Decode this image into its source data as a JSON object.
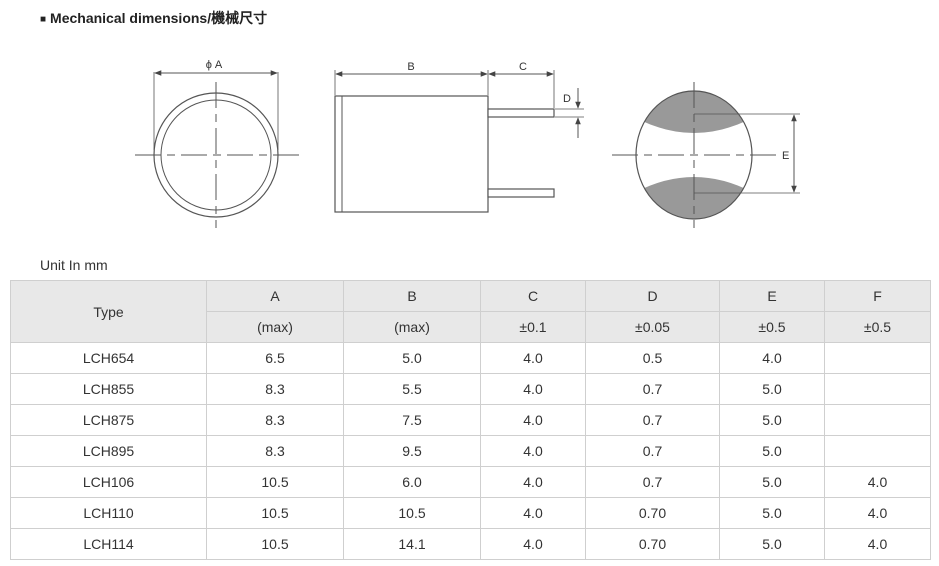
{
  "heading": {
    "bullet": "■",
    "text": "Mechanical dimensions/機械尺寸"
  },
  "diagram_labels": {
    "a": "ϕ A",
    "b": "B",
    "c": "C",
    "d": "D",
    "e": "E"
  },
  "unit_label": "Unit In mm",
  "table": {
    "type_header": "Type",
    "columns": [
      {
        "letter": "A",
        "note": "(max)"
      },
      {
        "letter": "B",
        "note": "(max)"
      },
      {
        "letter": "C",
        "note": "±0.1"
      },
      {
        "letter": "D",
        "note": "±0.05"
      },
      {
        "letter": "E",
        "note": "±0.5"
      },
      {
        "letter": "F",
        "note": "±0.5"
      }
    ],
    "rows": [
      {
        "type": "LCH654",
        "a": "6.5",
        "b": "5.0",
        "c": "4.0",
        "d": "0.5",
        "e": "4.0",
        "f": ""
      },
      {
        "type": "LCH855",
        "a": "8.3",
        "b": "5.5",
        "c": "4.0",
        "d": "0.7",
        "e": "5.0",
        "f": ""
      },
      {
        "type": "LCH875",
        "a": "8.3",
        "b": "7.5",
        "c": "4.0",
        "d": "0.7",
        "e": "5.0",
        "f": ""
      },
      {
        "type": "LCH895",
        "a": "8.3",
        "b": "9.5",
        "c": "4.0",
        "d": "0.7",
        "e": "5.0",
        "f": ""
      },
      {
        "type": "LCH106",
        "a": "10.5",
        "b": "6.0",
        "c": "4.0",
        "d": "0.7",
        "e": "5.0",
        "f": "4.0"
      },
      {
        "type": "LCH110",
        "a": "10.5",
        "b": "10.5",
        "c": "4.0",
        "d": "0.70",
        "e": "5.0",
        "f": "4.0"
      },
      {
        "type": "LCH114",
        "a": "10.5",
        "b": "14.1",
        "c": "4.0",
        "d": "0.70",
        "e": "5.0",
        "f": "4.0"
      }
    ]
  }
}
